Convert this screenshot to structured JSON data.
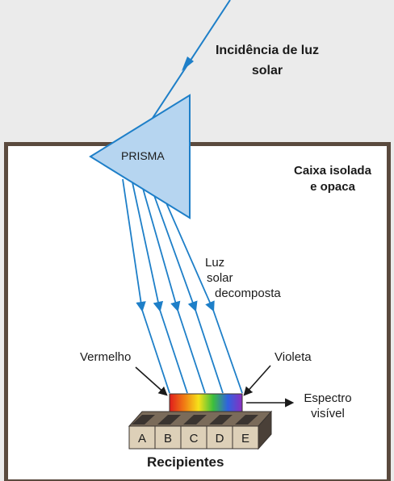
{
  "labels": {
    "incidence": [
      "Incidência de luz",
      "solar"
    ],
    "box": [
      "Caixa isolada",
      "e opaca"
    ],
    "prism": "PRISMA",
    "decomposed": [
      "Luz",
      "solar",
      "decomposta"
    ],
    "red": "Vermelho",
    "violet": "Violeta",
    "spectrum": [
      "Espectro",
      "visível"
    ],
    "containers": "Recipientes"
  },
  "containers": [
    "A",
    "B",
    "C",
    "D",
    "E"
  ],
  "colors": {
    "background": "#ebebeb",
    "box_border": "#5a4a3e",
    "ray": "#1e7fc8",
    "prism_fill": "#b6d5f0",
    "prism_stroke": "#1e7fc8",
    "container_face": "#ddd0b8",
    "container_top": "#7a6b5a",
    "container_dark": "#3a3430"
  },
  "spectrum_gradient": [
    "#e01c1c",
    "#f07a14",
    "#f6e21a",
    "#3cbf3c",
    "#2f62e0",
    "#8a2fc0"
  ]
}
